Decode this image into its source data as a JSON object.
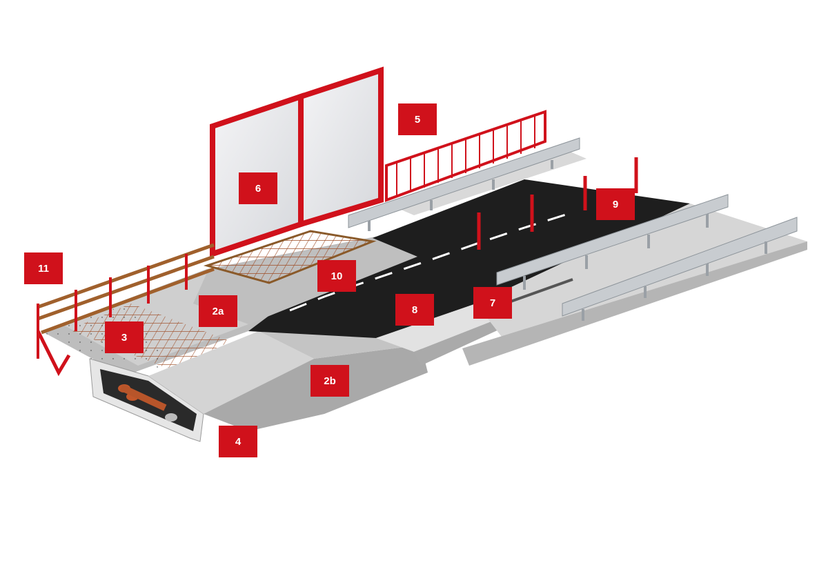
{
  "colors": {
    "accent": "#d0111b",
    "asphalt": "#1e1e1e",
    "concrete": "#d8d8d8",
    "steel": "#c8ccd0",
    "rebar": "#a0502a"
  },
  "markers": [
    {
      "id": "m11",
      "label": "11"
    },
    {
      "id": "m6",
      "label": "6"
    },
    {
      "id": "m5",
      "label": "5"
    },
    {
      "id": "m9",
      "label": "9"
    },
    {
      "id": "m10",
      "label": "10"
    },
    {
      "id": "m2a",
      "label": "2a"
    },
    {
      "id": "m8",
      "label": "8"
    },
    {
      "id": "m7",
      "label": "7"
    },
    {
      "id": "m3",
      "label": "3"
    },
    {
      "id": "m2b",
      "label": "2b"
    },
    {
      "id": "m4",
      "label": "4"
    }
  ]
}
